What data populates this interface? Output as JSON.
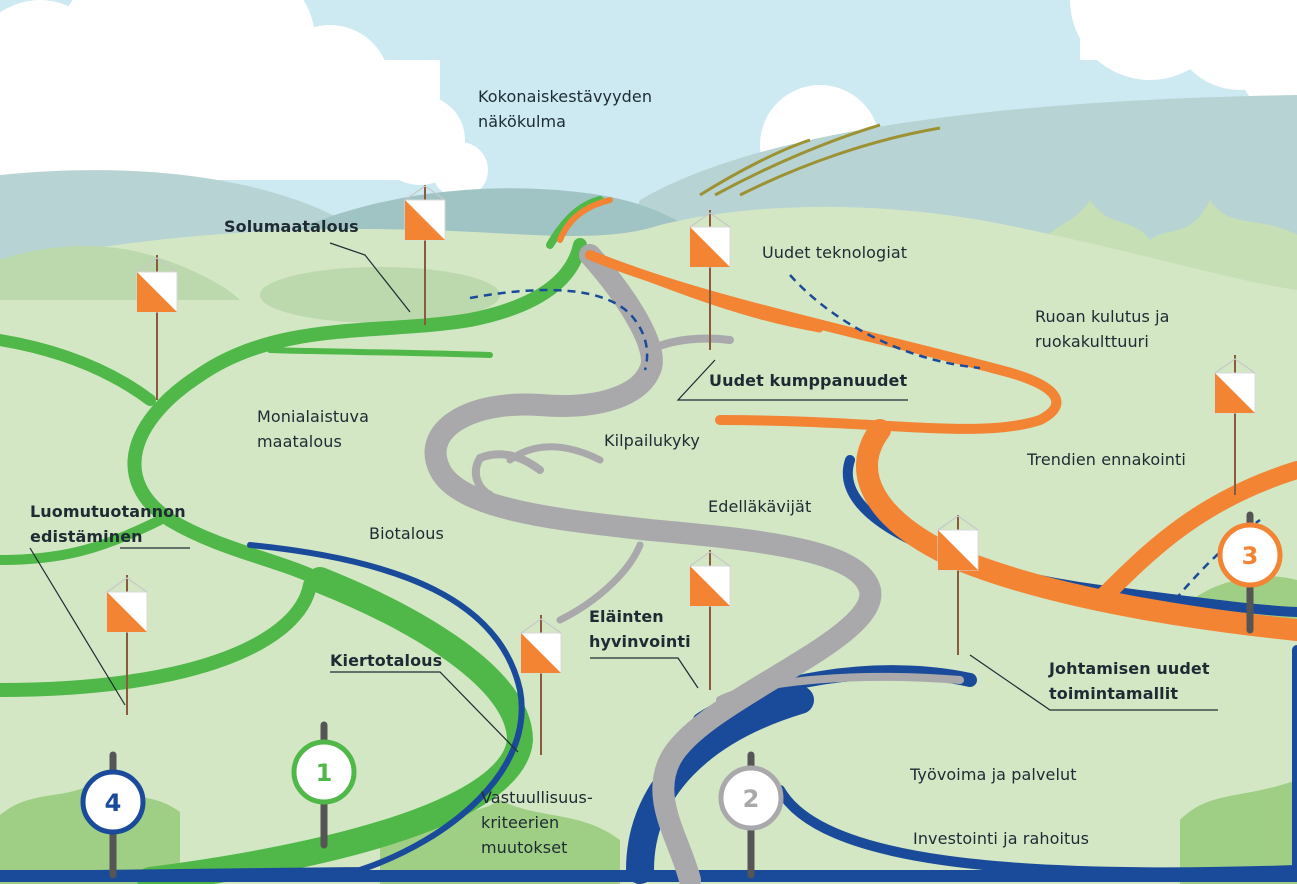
{
  "colors": {
    "sky": "#cde9f2",
    "cloud": "#ffffff",
    "far_hill": "#b8d3d3",
    "mid_hill": "#9fc4c3",
    "meadow": "#d3e7c5",
    "meadow_dark": "#bcd8ad",
    "green_path": "#4fb848",
    "grey_path": "#a9a9ab",
    "orange_path": "#f28433",
    "blue_path": "#1a4b9a",
    "olive_line": "#9c9233",
    "flag_orange": "#f28433",
    "pole": "#8a5a3c"
  },
  "labels": {
    "kokonais": "Kokonaiskestävyyden\nnäkökulma",
    "solumaatalous": "Solumaatalous",
    "uudet_teknologiat": "Uudet teknologiat",
    "ruoan_kulutus": "Ruoan kulutus ja\nruokakulttuuri",
    "uudet_kumppanuudet": "Uudet kumppanuudet",
    "monialaistuva": "Monialaistuva\nmaatalous",
    "kilpailukyky": "Kilpailukyky",
    "trendien": "Trendien ennakointi",
    "luomu": "Luomutuotannon\nedistäminen",
    "biotalous": "Biotalous",
    "edellakavijat": "Edelläkävijät",
    "kiertotalous": "Kiertotalous",
    "elainten": "Eläinten\nhyvinvointi",
    "johtamisen": "Johtamisen uudet\ntoimintamallit",
    "tyovoima": "Työvoima ja palvelut",
    "vastuullisuus": "Vastuullisuus-\nkriteerien\nmuutokset",
    "investointi": "Investointi ja rahoitus"
  },
  "markers": [
    {
      "id": "1",
      "color": "#4fb848"
    },
    {
      "id": "2",
      "color": "#a9a9ab"
    },
    {
      "id": "3",
      "color": "#f28433"
    },
    {
      "id": "4",
      "color": "#1a4b9a"
    }
  ],
  "icons": {
    "flag": "orienteering-flag-icon",
    "marker": "route-marker-icon"
  }
}
